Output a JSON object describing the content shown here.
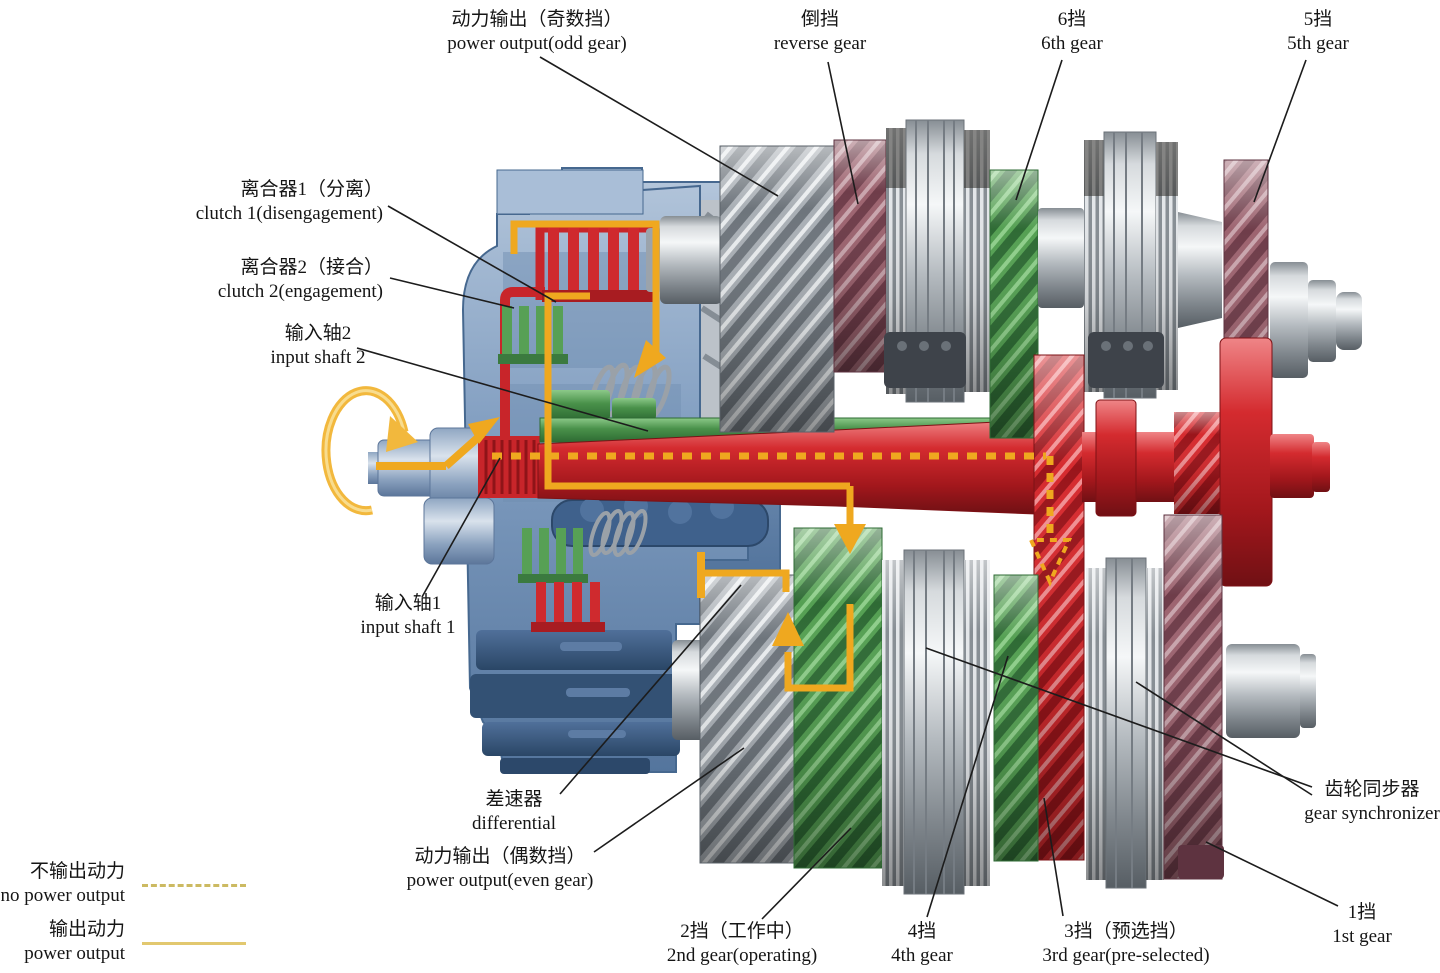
{
  "figure": {
    "title": "dual-clutch transmission cutaway power-flow diagram",
    "background": "#ffffff"
  },
  "colors": {
    "flow_solid": "#efa81f",
    "flow_dashed": "#efa81f",
    "legend_dashed": "#ccba62",
    "legend_solid": "#e2c86f",
    "clutch1_red": "#cf2a2e",
    "clutch2_green": "#57a055",
    "shaft1_red": "#d42b2f",
    "shaft2_green": "#49914a",
    "reverse_maroon": "#9d6470",
    "housing_blue": "#809dc0"
  },
  "labels": [
    {
      "id": "power-output-odd",
      "zh": "动力输出（奇数挡）",
      "en": "power output(odd gear)"
    },
    {
      "id": "reverse-gear",
      "zh": "倒挡",
      "en": "reverse gear"
    },
    {
      "id": "gear-6",
      "zh": "6挡",
      "en": "6th gear"
    },
    {
      "id": "gear-5",
      "zh": "5挡",
      "en": "5th gear"
    },
    {
      "id": "clutch-1",
      "zh": "离合器1（分离）",
      "en": "clutch 1(disengagement)"
    },
    {
      "id": "clutch-2",
      "zh": "离合器2（接合）",
      "en": "clutch 2(engagement)"
    },
    {
      "id": "input-shaft-2",
      "zh": "输入轴2",
      "en": "input shaft 2"
    },
    {
      "id": "input-shaft-1",
      "zh": "输入轴1",
      "en": "input shaft 1"
    },
    {
      "id": "differential",
      "zh": "差速器",
      "en": "differential"
    },
    {
      "id": "power-output-even",
      "zh": "动力输出（偶数挡）",
      "en": "power output(even gear)"
    },
    {
      "id": "gear-2",
      "zh": "2挡（工作中）",
      "en": "2nd gear(operating)"
    },
    {
      "id": "gear-4",
      "zh": "4挡",
      "en": "4th gear"
    },
    {
      "id": "gear-3",
      "zh": "3挡（预选挡）",
      "en": "3rd gear(pre-selected)"
    },
    {
      "id": "gear-1",
      "zh": "1挡",
      "en": "1st gear"
    },
    {
      "id": "gear-synchronizer",
      "zh": "齿轮同步器",
      "en": "gear synchronizer"
    }
  ],
  "legend": [
    {
      "id": "no-power-output",
      "zh": "不输出动力",
      "en": "no power output",
      "line_style": "dashed"
    },
    {
      "id": "power-output",
      "zh": "输出动力",
      "en": "power output",
      "line_style": "solid"
    }
  ]
}
